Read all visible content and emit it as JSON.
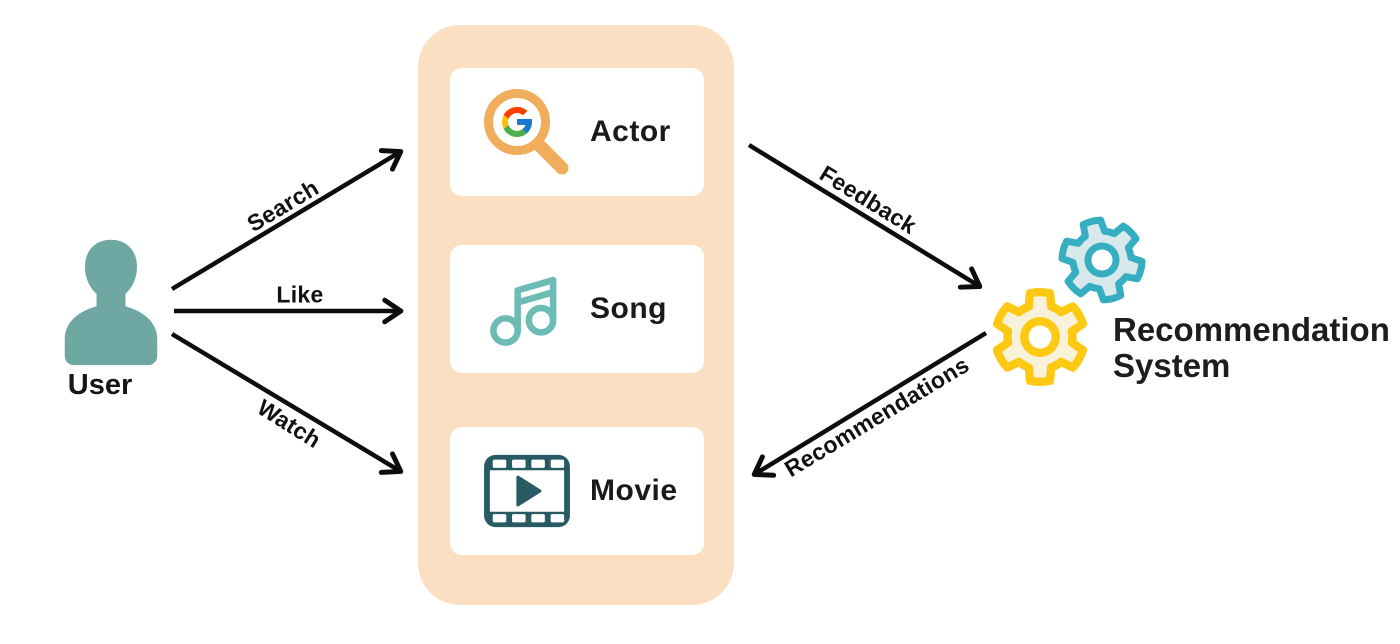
{
  "user": {
    "label": "User",
    "icon": "person-silhouette-icon"
  },
  "interactions": [
    {
      "label": "Search",
      "from": "user",
      "to": "actor-card"
    },
    {
      "label": "Like",
      "from": "user",
      "to": "song-card"
    },
    {
      "label": "Watch",
      "from": "user",
      "to": "movie-card"
    }
  ],
  "content_box": {
    "items": [
      {
        "label": "Actor",
        "icon": "google-search-icon"
      },
      {
        "label": "Song",
        "icon": "music-note-icon"
      },
      {
        "label": "Movie",
        "icon": "film-strip-icon"
      }
    ]
  },
  "system": {
    "name_line1": "Recommendation",
    "name_line2": "System",
    "icon": "gears-icon"
  },
  "flows": [
    {
      "label": "Feedback",
      "from": "content-box",
      "to": "recommendation-system"
    },
    {
      "label": "Recommendations",
      "from": "recommendation-system",
      "to": "content-box"
    }
  ],
  "colors": {
    "container_bg": "#FBDFC2",
    "card_bg": "#FFFFFF",
    "user_teal": "#6FA8A3",
    "music_teal": "#6CBCB5",
    "film_dark_teal": "#275A63",
    "magnifier_orange": "#F0AD5C",
    "google_red": "#FF3D00",
    "google_yellow": "#FFC107",
    "google_green": "#4CAF50",
    "google_blue": "#1976D2",
    "gear_teal_stroke": "#35AEC1",
    "gear_teal_fill": "#D8E9EC",
    "gear_yellow_stroke": "#FFC913",
    "gear_yellow_fill": "#F8F2DB",
    "arrow_black": "#0D0D0D",
    "text_black": "#1D1D1D"
  }
}
